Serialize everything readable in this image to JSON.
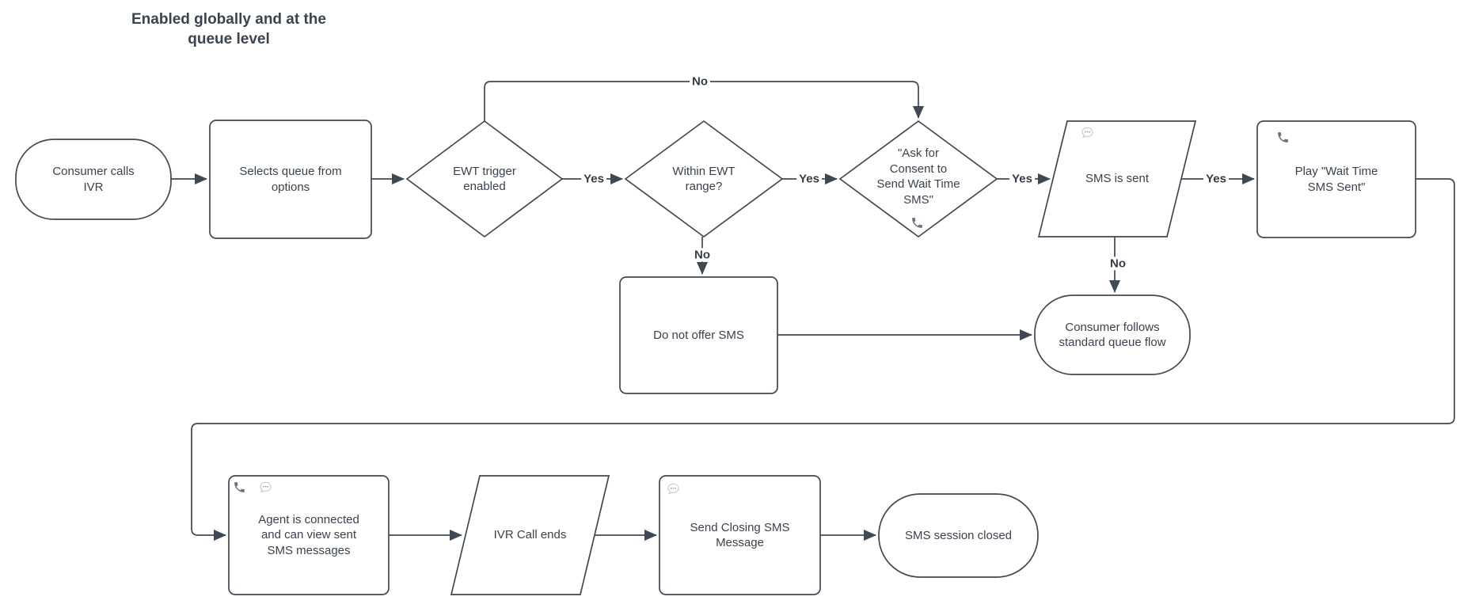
{
  "title": "Enabled globally and at the\nqueue level",
  "colors": {
    "background": "#ffffff",
    "shape_stroke": "#3f4853",
    "text": "#3a424d",
    "edge_label_text": "#343c46",
    "phone_icon": "#6b7480",
    "bubble_icon_outline": "#c6cbd0",
    "bubble_icon_dots": "#9aa1a8"
  },
  "nodes": [
    {
      "id": "consumer-calls-ivr",
      "type": "terminator",
      "label": "Consumer calls\nIVR",
      "icons": []
    },
    {
      "id": "selects-queue",
      "type": "process",
      "label": "Selects queue from\noptions",
      "icons": []
    },
    {
      "id": "ewt-trigger-enabled",
      "type": "decision",
      "label": "EWT trigger\nenabled",
      "icons": []
    },
    {
      "id": "within-ewt-range",
      "type": "decision",
      "label": "Within EWT\nrange?",
      "icons": []
    },
    {
      "id": "ask-for-consent",
      "type": "decision",
      "label": "\"Ask for\nConsent to\nSend Wait Time\nSMS\"",
      "icons": [
        "phone"
      ]
    },
    {
      "id": "sms-is-sent",
      "type": "data",
      "label": "SMS is sent",
      "icons": [
        "message"
      ]
    },
    {
      "id": "play-wait-time-sms-sent",
      "type": "process",
      "label": "Play \"Wait Time\nSMS Sent\"",
      "icons": [
        "phone"
      ]
    },
    {
      "id": "do-not-offer-sms",
      "type": "process",
      "label": "Do not offer SMS",
      "icons": []
    },
    {
      "id": "consumer-follows-standard-queue-flow",
      "type": "terminator",
      "label": "Consumer follows\nstandard queue flow",
      "icons": []
    },
    {
      "id": "agent-is-connected",
      "type": "process",
      "label": "Agent is connected\nand can view sent\nSMS messages",
      "icons": [
        "phone",
        "message"
      ]
    },
    {
      "id": "ivr-call-ends",
      "type": "data",
      "label": "IVR Call ends",
      "icons": []
    },
    {
      "id": "send-closing-sms-message",
      "type": "process",
      "label": "Send Closing SMS\nMessage",
      "icons": [
        "message"
      ]
    },
    {
      "id": "sms-session-closed",
      "type": "terminator",
      "label": "SMS session closed",
      "icons": []
    }
  ],
  "edges": [
    {
      "from": "consumer-calls-ivr",
      "to": "selects-queue",
      "label": ""
    },
    {
      "from": "selects-queue",
      "to": "ewt-trigger-enabled",
      "label": ""
    },
    {
      "from": "ewt-trigger-enabled",
      "to": "ask-for-consent",
      "label": "No"
    },
    {
      "from": "ewt-trigger-enabled",
      "to": "within-ewt-range",
      "label": "Yes"
    },
    {
      "from": "within-ewt-range",
      "to": "ask-for-consent",
      "label": "Yes"
    },
    {
      "from": "ask-for-consent",
      "to": "sms-is-sent",
      "label": "Yes"
    },
    {
      "from": "sms-is-sent",
      "to": "play-wait-time-sms-sent",
      "label": "Yes"
    },
    {
      "from": "within-ewt-range",
      "to": "do-not-offer-sms",
      "label": "No"
    },
    {
      "from": "do-not-offer-sms",
      "to": "consumer-follows-standard-queue-flow",
      "label": ""
    },
    {
      "from": "sms-is-sent",
      "to": "consumer-follows-standard-queue-flow",
      "label": "No"
    },
    {
      "from": "play-wait-time-sms-sent",
      "to": "agent-is-connected",
      "label": ""
    },
    {
      "from": "agent-is-connected",
      "to": "ivr-call-ends",
      "label": ""
    },
    {
      "from": "ivr-call-ends",
      "to": "send-closing-sms-message",
      "label": ""
    },
    {
      "from": "send-closing-sms-message",
      "to": "sms-session-closed",
      "label": ""
    }
  ]
}
